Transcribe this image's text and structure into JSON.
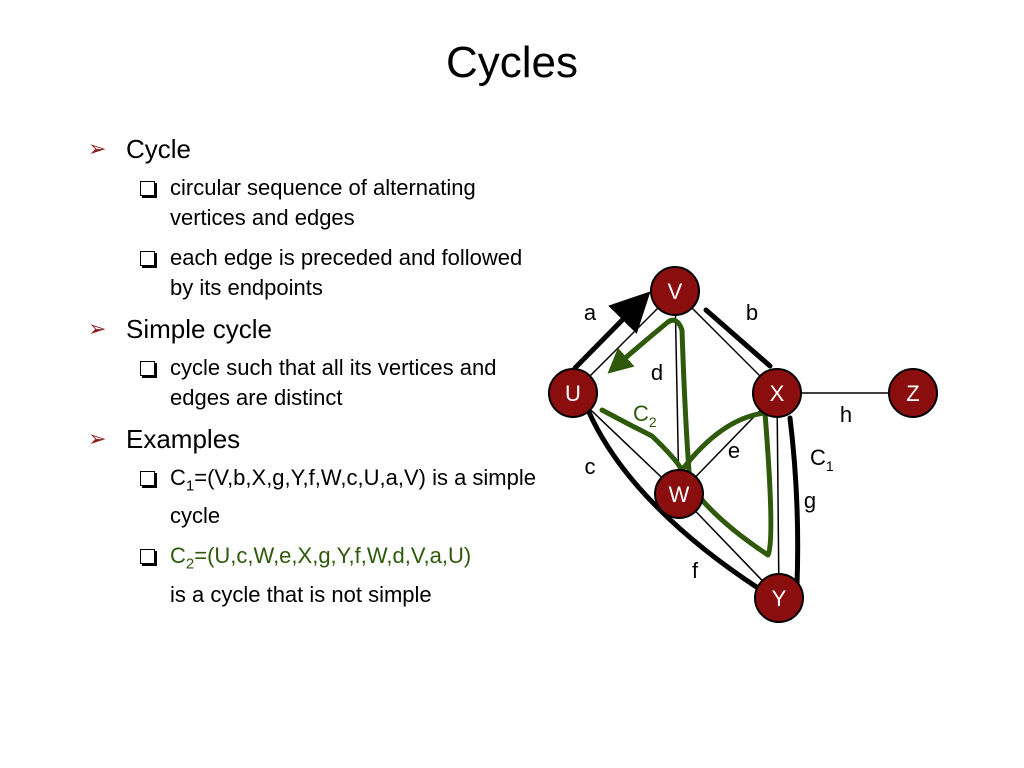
{
  "title": "Cycles",
  "bullets": [
    {
      "label": "Cycle",
      "items": [
        "circular sequence of alternating vertices and edges",
        "each edge is preceded and followed by its endpoints"
      ]
    },
    {
      "label": "Simple cycle",
      "items": [
        "cycle such that all its vertices and edges are distinct"
      ]
    },
    {
      "label": "Examples"
    }
  ],
  "examples": {
    "c1_letter": "C",
    "c1_sub": "1",
    "c1_seq": "=(V,b,X,g,Y,f,W,c,U,a,V) is a simple cycle",
    "c2_letter": "C",
    "c2_sub": "2",
    "c2_seq": "=(U,c,W,e,X,g,Y,f,W,d,V,a,U)",
    "c2_tail": "is a cycle that is not simple"
  },
  "graph": {
    "vertices": [
      "V",
      "U",
      "X",
      "Z",
      "W",
      "Y"
    ],
    "edges": [
      "a",
      "b",
      "d",
      "c",
      "h",
      "e",
      "g",
      "f"
    ],
    "cycle_labels": {
      "c1": "C",
      "c1_sub": "1",
      "c2": "C",
      "c2_sub": "2"
    },
    "colors": {
      "vertex_fill": "#8b0e0e",
      "c2_path": "#2f5a0c",
      "c1_path": "#000000",
      "bullet_arrow": "#8b1a1a"
    }
  }
}
